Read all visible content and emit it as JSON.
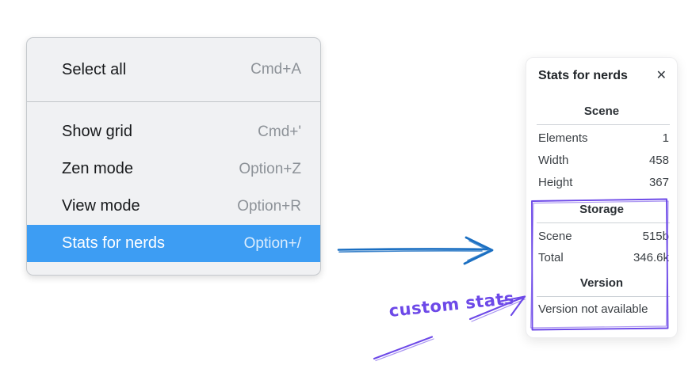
{
  "menu": {
    "items": [
      {
        "label": "Select all",
        "shortcut": "Cmd+A"
      },
      {
        "label": "Show grid",
        "shortcut": "Cmd+'"
      },
      {
        "label": "Zen mode",
        "shortcut": "Option+Z"
      },
      {
        "label": "View mode",
        "shortcut": "Option+R"
      },
      {
        "label": "Stats for nerds",
        "shortcut": "Option+/"
      }
    ]
  },
  "panel": {
    "title": "Stats for nerds",
    "close_glyph": "✕",
    "scene": {
      "heading": "Scene",
      "rows": [
        {
          "label": "Elements",
          "value": "1"
        },
        {
          "label": "Width",
          "value": "458"
        },
        {
          "label": "Height",
          "value": "367"
        }
      ]
    },
    "storage": {
      "heading": "Storage",
      "rows": [
        {
          "label": "Scene",
          "value": "515b"
        },
        {
          "label": "Total",
          "value": "346.6k"
        }
      ]
    },
    "version": {
      "heading": "Version",
      "note": "Version not available"
    }
  },
  "annotation": {
    "label": "custom stats"
  },
  "colors": {
    "highlight_blue": "#3d9df3",
    "arrow_blue": "#1b6fc2",
    "annotation_purple": "#6d49e8"
  }
}
